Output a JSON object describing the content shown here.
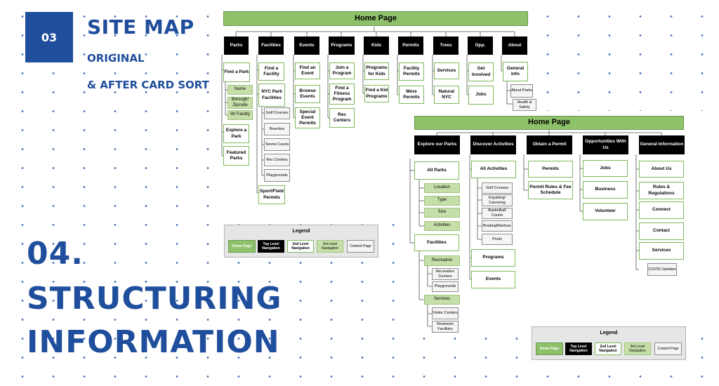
{
  "heading": {
    "number": "03",
    "title": "SITE MAP",
    "subtitle_1": "ORIGINAL",
    "subtitle_2": "& AFTER CARD SORT",
    "section_number": "04.",
    "section_line_1": "STRUCTURING",
    "section_line_2": "INFORMATION"
  },
  "colors": {
    "brand_blue": "#1f4e9c",
    "home_green": "#8ec26a",
    "third_green": "#c6dfa8"
  },
  "original_map": {
    "home": "Home Page",
    "top_nav": [
      "Parks",
      "Facilities",
      "Events",
      "Programs",
      "Kids",
      "Permits",
      "Trees",
      "Opp.",
      "About"
    ],
    "parks": {
      "l2": [
        "Find a Park",
        "Explore a Park",
        "Featured Parks"
      ],
      "l3": [
        "Name",
        "Borough/ Zipcode",
        "W/ Facility"
      ]
    },
    "facilities": {
      "l2": [
        "Find a Facility",
        "NYC Park Facilities",
        "Sport/Field Permits"
      ],
      "content": [
        "Golf Courses",
        "Beaches",
        "Tennis Courts",
        "Rec Centers",
        "Playgrounds"
      ]
    },
    "events": [
      "Find an Event",
      "Browse Events",
      "Special Event Permits"
    ],
    "programs": [
      "Join a Program",
      "Find a Fitness Program",
      "Rec Centers"
    ],
    "kids": [
      "Programs for Kids",
      "Find a Kid Programs"
    ],
    "permits": [
      "Facility Permits",
      "More Permits"
    ],
    "trees": [
      "Services",
      "Natural NYC"
    ],
    "opp": [
      "Get Involved",
      "Jobs"
    ],
    "about": {
      "l2": [
        "General Info"
      ],
      "content": [
        "About Parks",
        "Health & Safety"
      ]
    }
  },
  "new_map": {
    "home": "Home Page",
    "top_nav": [
      "Explore our Parks",
      "Discover Activities",
      "Obtain a Permit",
      "Opportunities With Us",
      "General Information"
    ],
    "explore": {
      "all_parks": "All Parks",
      "all_parks_l3": [
        "Location",
        "Type",
        "Size",
        "Activities"
      ],
      "facilities": "Facilities",
      "recreation": "Recreation",
      "recreation_content": [
        "Recreation Centers",
        "Playgrounds"
      ],
      "services": "Services",
      "services_content": [
        "Visitor Centers",
        "Restroom Facilities"
      ]
    },
    "activities": {
      "all": "All Activities",
      "content": [
        "Golf Courses",
        "Kayaking/ Canoeing",
        "Basketball Courts",
        "Boating/Marinas",
        "Pools"
      ],
      "l2": [
        "Programs",
        "Events"
      ]
    },
    "permits": [
      "Permits",
      "Permit Rules & Fee Schedule"
    ],
    "opportunities": [
      "Jobs",
      "Business",
      "Volunteer"
    ],
    "general": {
      "l2": [
        "About Us",
        "Rules & Regulations",
        "Connect",
        "Contact",
        "Services"
      ],
      "content": [
        "COVID Updates"
      ]
    }
  },
  "legend": {
    "title": "Legend",
    "items": [
      "Home Page",
      "Top Level Navigation",
      "2nd Level Navigation",
      "3rd Level Navigation",
      "Content Page"
    ]
  }
}
